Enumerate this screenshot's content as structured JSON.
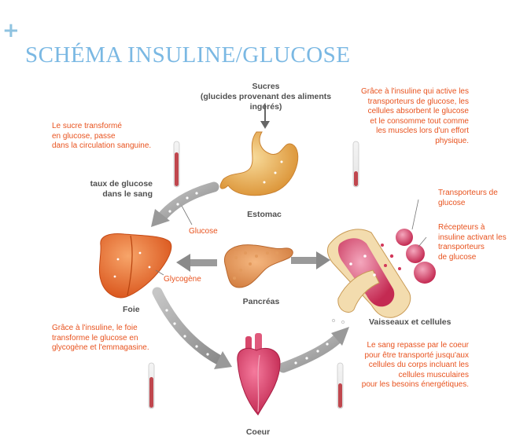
{
  "slide": {
    "plus_icon": "plus-icon",
    "title": "SCHÉMA INSULINE/GLUCOSE"
  },
  "diagram": {
    "sucres_label": "Sucres",
    "sucres_sub": "(glucides provenant des aliments ingérés)",
    "estomac": "Estomac",
    "foie": "Foie",
    "pancreas": "Pancréas",
    "coeur": "Coeur",
    "vaisseaux": "Vaisseaux et cellules",
    "taux_glucose": "taux de glucose",
    "dans_le_sang": "dans le sang",
    "glucose": "Glucose",
    "glycogene": "Glycogène",
    "transporteurs": [
      "Transporteurs de",
      "glucose"
    ],
    "recepteurs": [
      "Récepteurs à",
      "insuline activant les",
      "transporteurs",
      "de glucose"
    ],
    "note_sucre": [
      "Le sucre transformé",
      "en glucose, passe",
      "dans la circulation sanguine."
    ],
    "note_insuline_cellules": [
      "Grâce à l'insuline qui active les",
      "transporteurs de glucose, les",
      "cellules absorbent le glucose",
      "et le consomme tout comme",
      "les muscles lors d'un effort",
      "physique."
    ],
    "note_foie": [
      "Grâce à l'insuline, le foie",
      "transforme le glucose en",
      "glycogène et l'emmagasine."
    ],
    "note_coeur": [
      "Le sang repasse par le coeur",
      "pour être transporté jusqu'aux",
      "cellules du corps incluant les",
      "cellules musculaires",
      "pour les besoins énergétiques."
    ]
  },
  "colors": {
    "title": "#7ab8e3",
    "note_text": "#e8531f",
    "label_text": "#505050",
    "arrow": "#9a9a9a"
  }
}
